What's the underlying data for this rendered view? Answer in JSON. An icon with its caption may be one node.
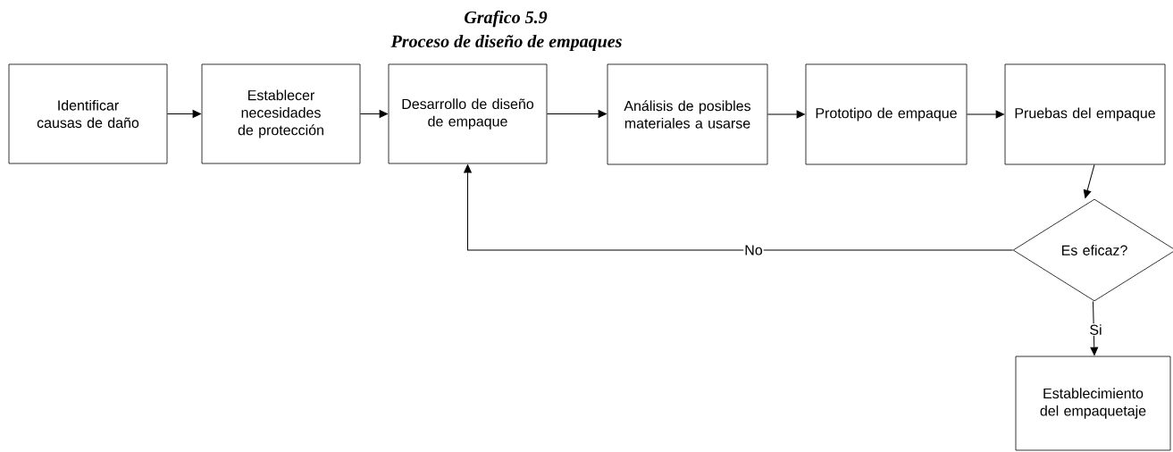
{
  "diagram": {
    "title": "Grafico  5.9",
    "caption": "Proceso de diseño de empaques",
    "nodes": [
      {
        "text": [
          "Identificar causas de daño"
        ]
      },
      {
        "text": [
          "Establecer necesidades de protección"
        ]
      },
      {
        "text": [
          "Desarrollo de diseño de empaque"
        ]
      },
      {
        "text": [
          "Análisis de posibles materiales a usarse"
        ]
      },
      {
        "text": [
          "Prototipo de empaque"
        ]
      },
      {
        "text": [
          "Pruebas del empaque"
        ]
      },
      {
        "text": [
          "Es eficaz?"
        ]
      },
      {
        "text": [
          "Establecimiento del empaquetaje"
        ]
      }
    ],
    "edges": [
      {
        "from": 0,
        "to": 1,
        "arrow": "to"
      },
      {
        "from": 1,
        "to": 2,
        "arrow": "to"
      },
      {
        "from": 2,
        "to": 3,
        "arrow": "to"
      },
      {
        "from": 3,
        "to": 4,
        "arrow": "to"
      },
      {
        "from": 4,
        "to": 5,
        "arrow": "to"
      },
      {
        "from": 5,
        "to": 6,
        "arrow": "to"
      },
      {
        "from": 6,
        "to": 2,
        "arrow": "to",
        "label": "No"
      },
      {
        "from": 6,
        "to": 7,
        "arrow": "to",
        "label": "Si"
      }
    ]
  }
}
